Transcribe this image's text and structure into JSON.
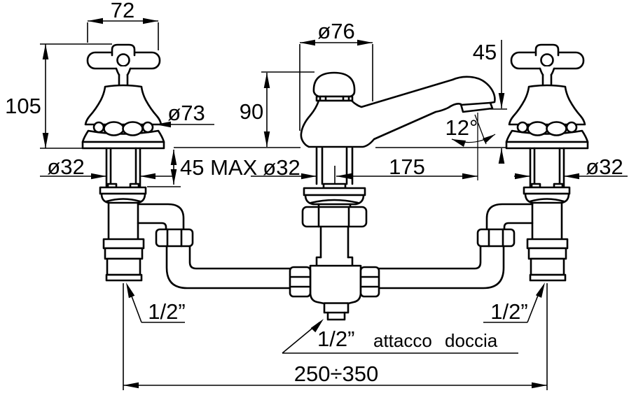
{
  "labels": {
    "handle_width": "72",
    "body_height": "105",
    "handle_diameter": "ø73",
    "shank_diameter_left": "ø32",
    "deck_thickness_max": "45 MAX",
    "cap_diameter": "ø76",
    "spout_height": "90",
    "tip_height": "45",
    "spout_angle": "12°",
    "shank_diameter_center": "ø32",
    "spout_reach": "175",
    "shank_diameter_right": "ø32",
    "inlet_left": "1/2”",
    "inlet_right": "1/2”",
    "shower_connection_size": "1/2”",
    "shower_connection_note": "attacco doccia",
    "center_distance_range": "250÷350"
  },
  "colors": {
    "line": "#000000",
    "background": "#ffffff"
  }
}
